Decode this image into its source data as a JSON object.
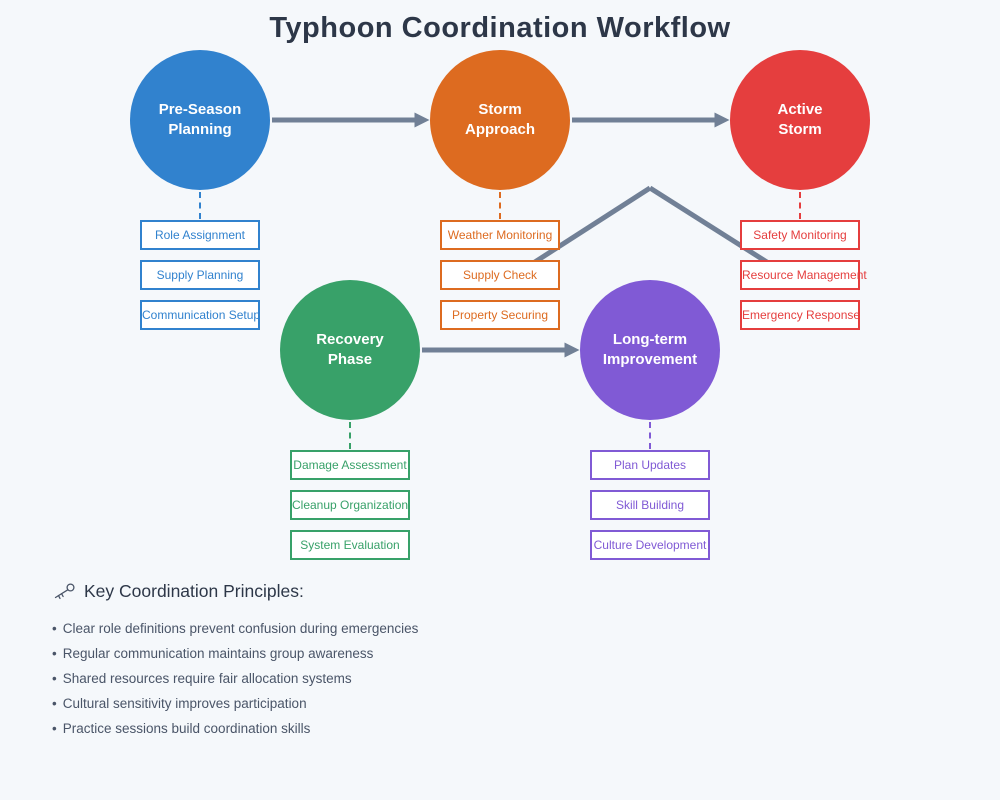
{
  "title": "Typhoon Coordination Workflow",
  "colors": {
    "background": "#f5f8fb",
    "title_text": "#2d3748",
    "arrow": "#718096",
    "body_text": "#4a5568",
    "box_fill": "#ffffff"
  },
  "phases": [
    {
      "id": "pre-season-planning",
      "lines": [
        "Pre-Season",
        "Planning"
      ],
      "color": "#3182ce",
      "tasks": [
        "Role Assignment",
        "Supply Planning",
        "Communication Setup"
      ]
    },
    {
      "id": "storm-approach",
      "lines": [
        "Storm",
        "Approach"
      ],
      "color": "#dd6b20",
      "tasks": [
        "Weather Monitoring",
        "Supply Check",
        "Property Securing"
      ]
    },
    {
      "id": "active-storm",
      "lines": [
        "Active",
        "Storm"
      ],
      "color": "#e53e3e",
      "tasks": [
        "Safety Monitoring",
        "Resource Management",
        "Emergency Response"
      ]
    },
    {
      "id": "recovery-phase",
      "lines": [
        "Recovery",
        "Phase"
      ],
      "color": "#38a169",
      "tasks": [
        "Damage Assessment",
        "Cleanup Organization",
        "System Evaluation"
      ]
    },
    {
      "id": "long-term-improvement",
      "lines": [
        "Long-term",
        "Improvement"
      ],
      "color": "#805ad5",
      "tasks": [
        "Plan Updates",
        "Skill Building",
        "Culture Development"
      ]
    }
  ],
  "principles": {
    "icon": "old-key-icon",
    "heading": "Key Coordination Principles:",
    "bullet": "•",
    "items": [
      "Clear role definitions prevent confusion during emergencies",
      "Regular communication maintains group awareness",
      "Shared resources require fair allocation systems",
      "Cultural sensitivity improves participation",
      "Practice sessions build coordination skills"
    ]
  }
}
